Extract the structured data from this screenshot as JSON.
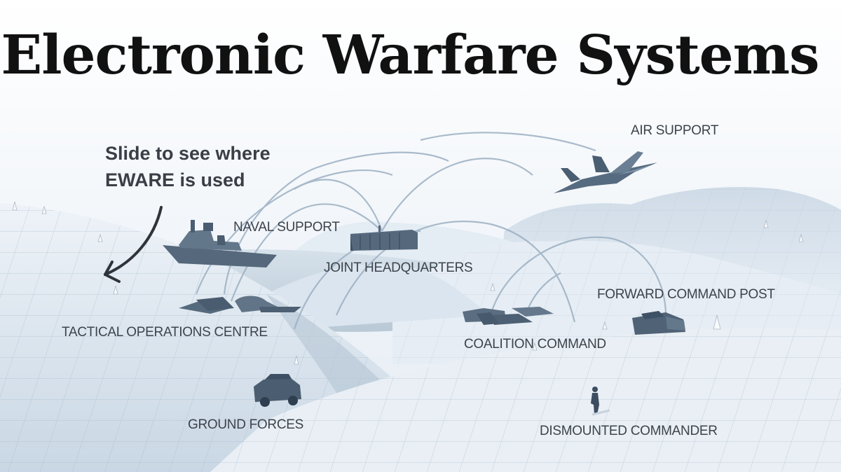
{
  "title": "Electronic Warfare Systems",
  "hint": {
    "line1": "Slide to see where",
    "line2": "EWARE is used"
  },
  "labels": {
    "air_support": "AIR SUPPORT",
    "naval_support": "NAVAL SUPPORT",
    "joint_headquarters": "JOINT HEADQUARTERS",
    "forward_command_post": "FORWARD COMMAND POST",
    "tactical_operations_centre": "TACTICAL OPERATIONS CENTRE",
    "coalition_command": "COALITION COMMAND",
    "ground_forces": "GROUND FORCES",
    "dismounted_commander": "DISMOUNTED COMMANDER"
  },
  "colors": {
    "sky": "#f3f7fb",
    "terrain": "#dfe8f1",
    "terrain_shadow": "#b9c8d6",
    "water": "#c8d6e2",
    "units": "#4c5f73",
    "links": "#9aaec1",
    "text": "#3d434b"
  },
  "icons": [
    "fighter-jet-icon",
    "warship-icon",
    "headquarters-building-icon",
    "command-post-vehicle-icon",
    "tents-icon",
    "armoured-vehicle-icon",
    "soldier-icon",
    "curved-arrow-icon"
  ]
}
